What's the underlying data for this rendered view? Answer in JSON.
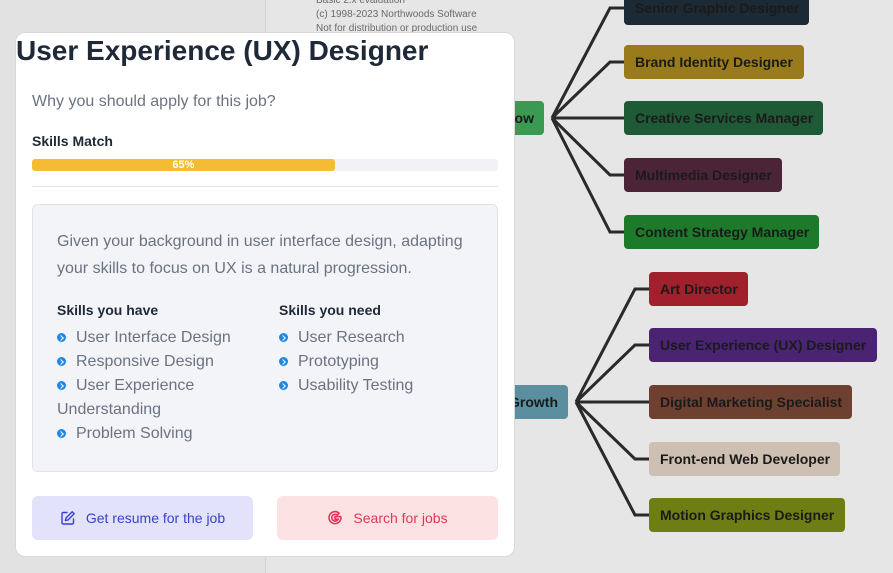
{
  "watermark": {
    "lines": [
      "Basic 2.x evaluation",
      "(c) 1998-2023 Northwoods Software",
      "Not for distribution or production use"
    ]
  },
  "mindmap": {
    "hub_top": "ow",
    "hub_bottom": "Growth",
    "nodes_top": [
      {
        "label": "Senior Graphic Designer",
        "color": "#1c2a36"
      },
      {
        "label": "Brand Identity Designer",
        "color": "#9a7b1c"
      },
      {
        "label": "Creative Services Manager",
        "color": "#1f5a36"
      },
      {
        "label": "Multimedia Designer",
        "color": "#4b2438"
      },
      {
        "label": "Content Strategy Manager",
        "color": "#1c7a2a"
      }
    ],
    "nodes_bottom": [
      {
        "label": "Art Director",
        "color": "#a0202c"
      },
      {
        "label": "User Experience (UX) Designer",
        "color": "#4a2472"
      },
      {
        "label": "Digital Marketing Specialist",
        "color": "#6e4030"
      },
      {
        "label": "Front-end Web Developer",
        "color": "#cdbfb2"
      },
      {
        "label": "Motion Graphics Designer",
        "color": "#6f7e14"
      }
    ]
  },
  "modal": {
    "title": "User Experience (UX) Designer",
    "subtitle": "Why you should apply for this job?",
    "skills_label": "Skills Match",
    "skills_match_percent": 65,
    "skills_match_text": "65%",
    "summary": "Given your background in user interface design, adapting your skills to focus on UX is a natural progression.",
    "skills_have_title": "Skills you have",
    "skills_have": [
      "User Interface Design",
      "Responsive Design",
      "User Experience Understanding",
      "Problem Solving"
    ],
    "skills_need_title": "Skills you need",
    "skills_need": [
      "User Research",
      "Prototyping",
      "Usability Testing"
    ],
    "resume_button": "Get resume for the job",
    "search_button": "Search for jobs",
    "colors": {
      "progress": "#f5bb33",
      "bullet": "#1e88e5",
      "resume_bg": "#e2e3fb",
      "search_bg": "#fde2e4"
    }
  }
}
